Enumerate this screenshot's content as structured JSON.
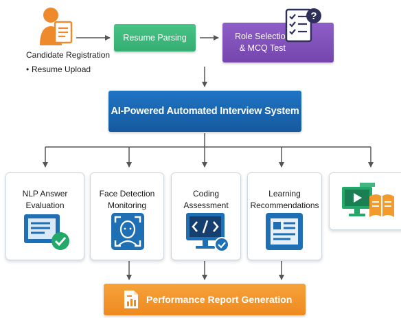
{
  "flow": {
    "registration": {
      "title": "Candidate Registration",
      "bullet": "•",
      "sub": "Resume Upload"
    },
    "resume_parsing": "Resume Parsing",
    "role_selection": {
      "line1": "Role Selection",
      "line2": "& MCQ Test"
    },
    "system": "AI-Powered Automated Interview System",
    "report": "Performance Report Generation"
  },
  "modules": [
    {
      "line1": "NLP Answer",
      "line2": "Evaluation",
      "icon": "document-check-icon"
    },
    {
      "line1": "Face Detection",
      "line2": "Monitoring",
      "icon": "face-scan-icon"
    },
    {
      "line1": "Coding",
      "line2": "Assessment",
      "icon": "code-monitor-icon"
    },
    {
      "line1": "Learning",
      "line2": "Recommendations",
      "icon": "profile-document-icon"
    },
    {
      "icon": "video-book-icon"
    }
  ],
  "colors": {
    "green": "#3bb57a",
    "purple": "#7d4fb8",
    "blue": "#1a67b5",
    "orange": "#f39a2e",
    "icon_blue": "#1f6fb5",
    "icon_green": "#22a868",
    "icon_orange": "#f39a2e"
  }
}
